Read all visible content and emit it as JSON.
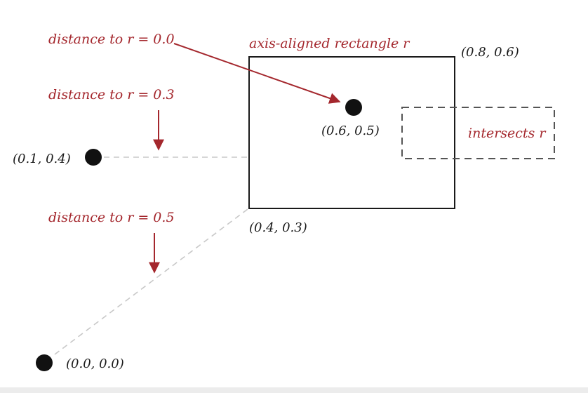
{
  "labels": {
    "rect_title": "axis-aligned rectangle r",
    "dist_zero": "distance to r = 0.0",
    "dist_three": "distance to r = 0.3",
    "dist_five": "distance to r = 0.5",
    "intersects": "intersects r"
  },
  "coords": {
    "top_right": "(0.8, 0.6)",
    "bottom_left": "(0.4, 0.3)",
    "inside_point": "(0.6, 0.5)",
    "left_point": "(0.1, 0.4)",
    "origin_point": "(0.0, 0.0)"
  },
  "colors": {
    "accent_red": "#a4272d",
    "ink": "#1a1a1a",
    "dashed_gray": "#c8c8c8",
    "box_dashed": "#555555"
  }
}
